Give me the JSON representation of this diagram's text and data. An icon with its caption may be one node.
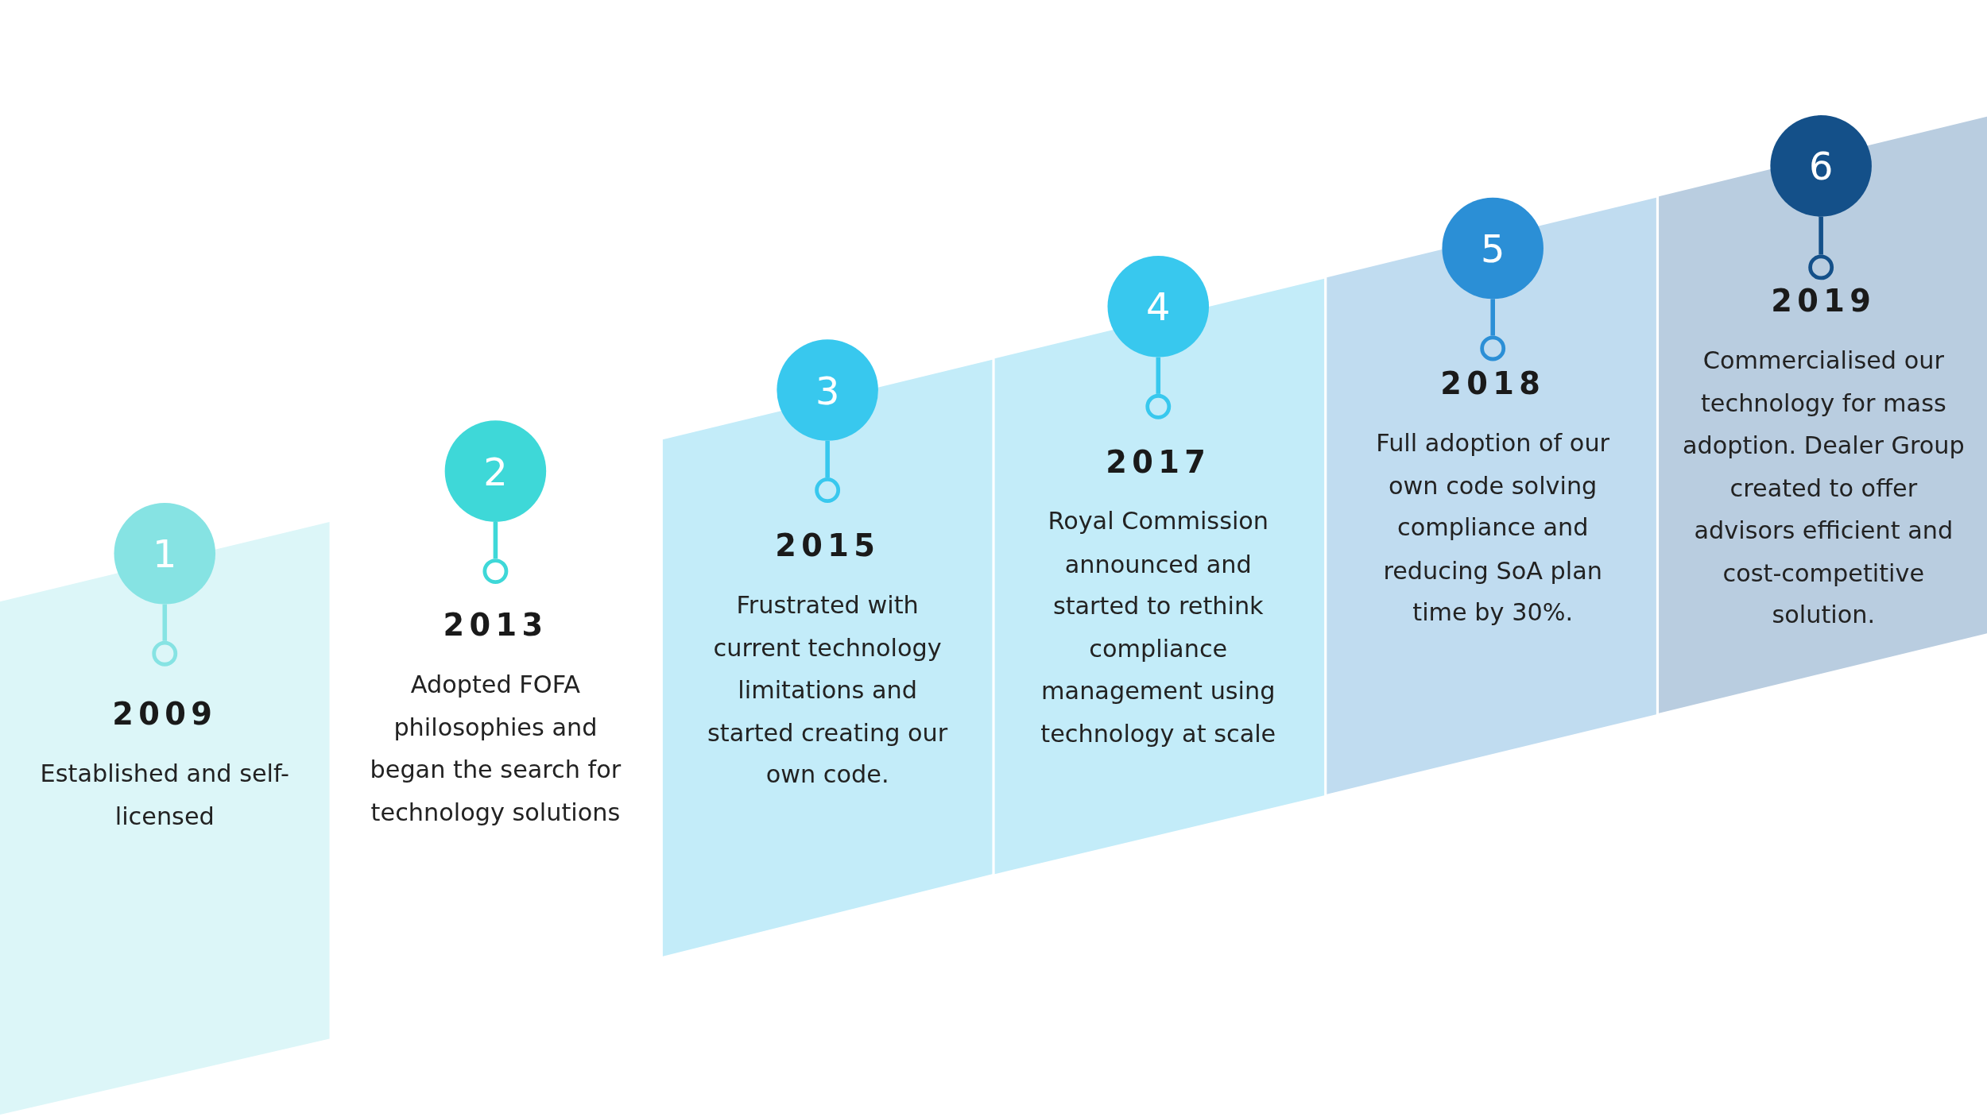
{
  "diagram": {
    "nodes": [
      {
        "text": [
          "1"
        ]
      },
      {
        "text": [
          "2"
        ]
      },
      {
        "text": [
          "3"
        ]
      },
      {
        "text": [
          "4"
        ]
      },
      {
        "text": [
          "5"
        ]
      },
      {
        "text": [
          "6"
        ]
      },
      {
        "text": [],
        "shape": "circle",
        "beside": [
          "2009",
          "Established and self-licensed"
        ]
      },
      {
        "text": [],
        "shape": "circle",
        "beside": [
          "2013",
          "Adopted FOFA philosophies and began the search  for technology solutions"
        ]
      },
      {
        "text": [],
        "shape": "circle",
        "beside": [
          "2015",
          "Frustrated with current technology limitations and started creating our own code."
        ]
      },
      {
        "text": [],
        "shape": "circle",
        "beside": [
          "2017",
          "Royal Commission announced and started to rethink compliance management using technology at scale"
        ]
      },
      {
        "text": [],
        "shape": "circle",
        "beside": [
          "2018",
          "Full adoption of our own code solving compliance and reducing SoA plan time by 30%."
        ]
      },
      {
        "text": [],
        "shape": "circle",
        "beside": [
          "2019",
          "Commercialised our technology for mass adoption. Dealer Group created to offer advisors efficient and cost-competitive solution."
        ]
      }
    ],
    "edges": [
      {
        "from": 0,
        "to": 6,
        "arrow": "none",
        "color": "#86e3e3"
      },
      {
        "from": 1,
        "to": 7,
        "arrow": "none",
        "color": "#3ed8d8"
      },
      {
        "from": 2,
        "to": 8,
        "arrow": "none",
        "color": "#38c8ee"
      },
      {
        "from": 3,
        "to": 9,
        "arrow": "none",
        "color": "#38c8ee"
      },
      {
        "from": 4,
        "to": 10,
        "arrow": "none",
        "color": "#2b8fd6"
      },
      {
        "from": 5,
        "to": 11,
        "arrow": "none",
        "color": "#145089"
      }
    ]
  }
}
